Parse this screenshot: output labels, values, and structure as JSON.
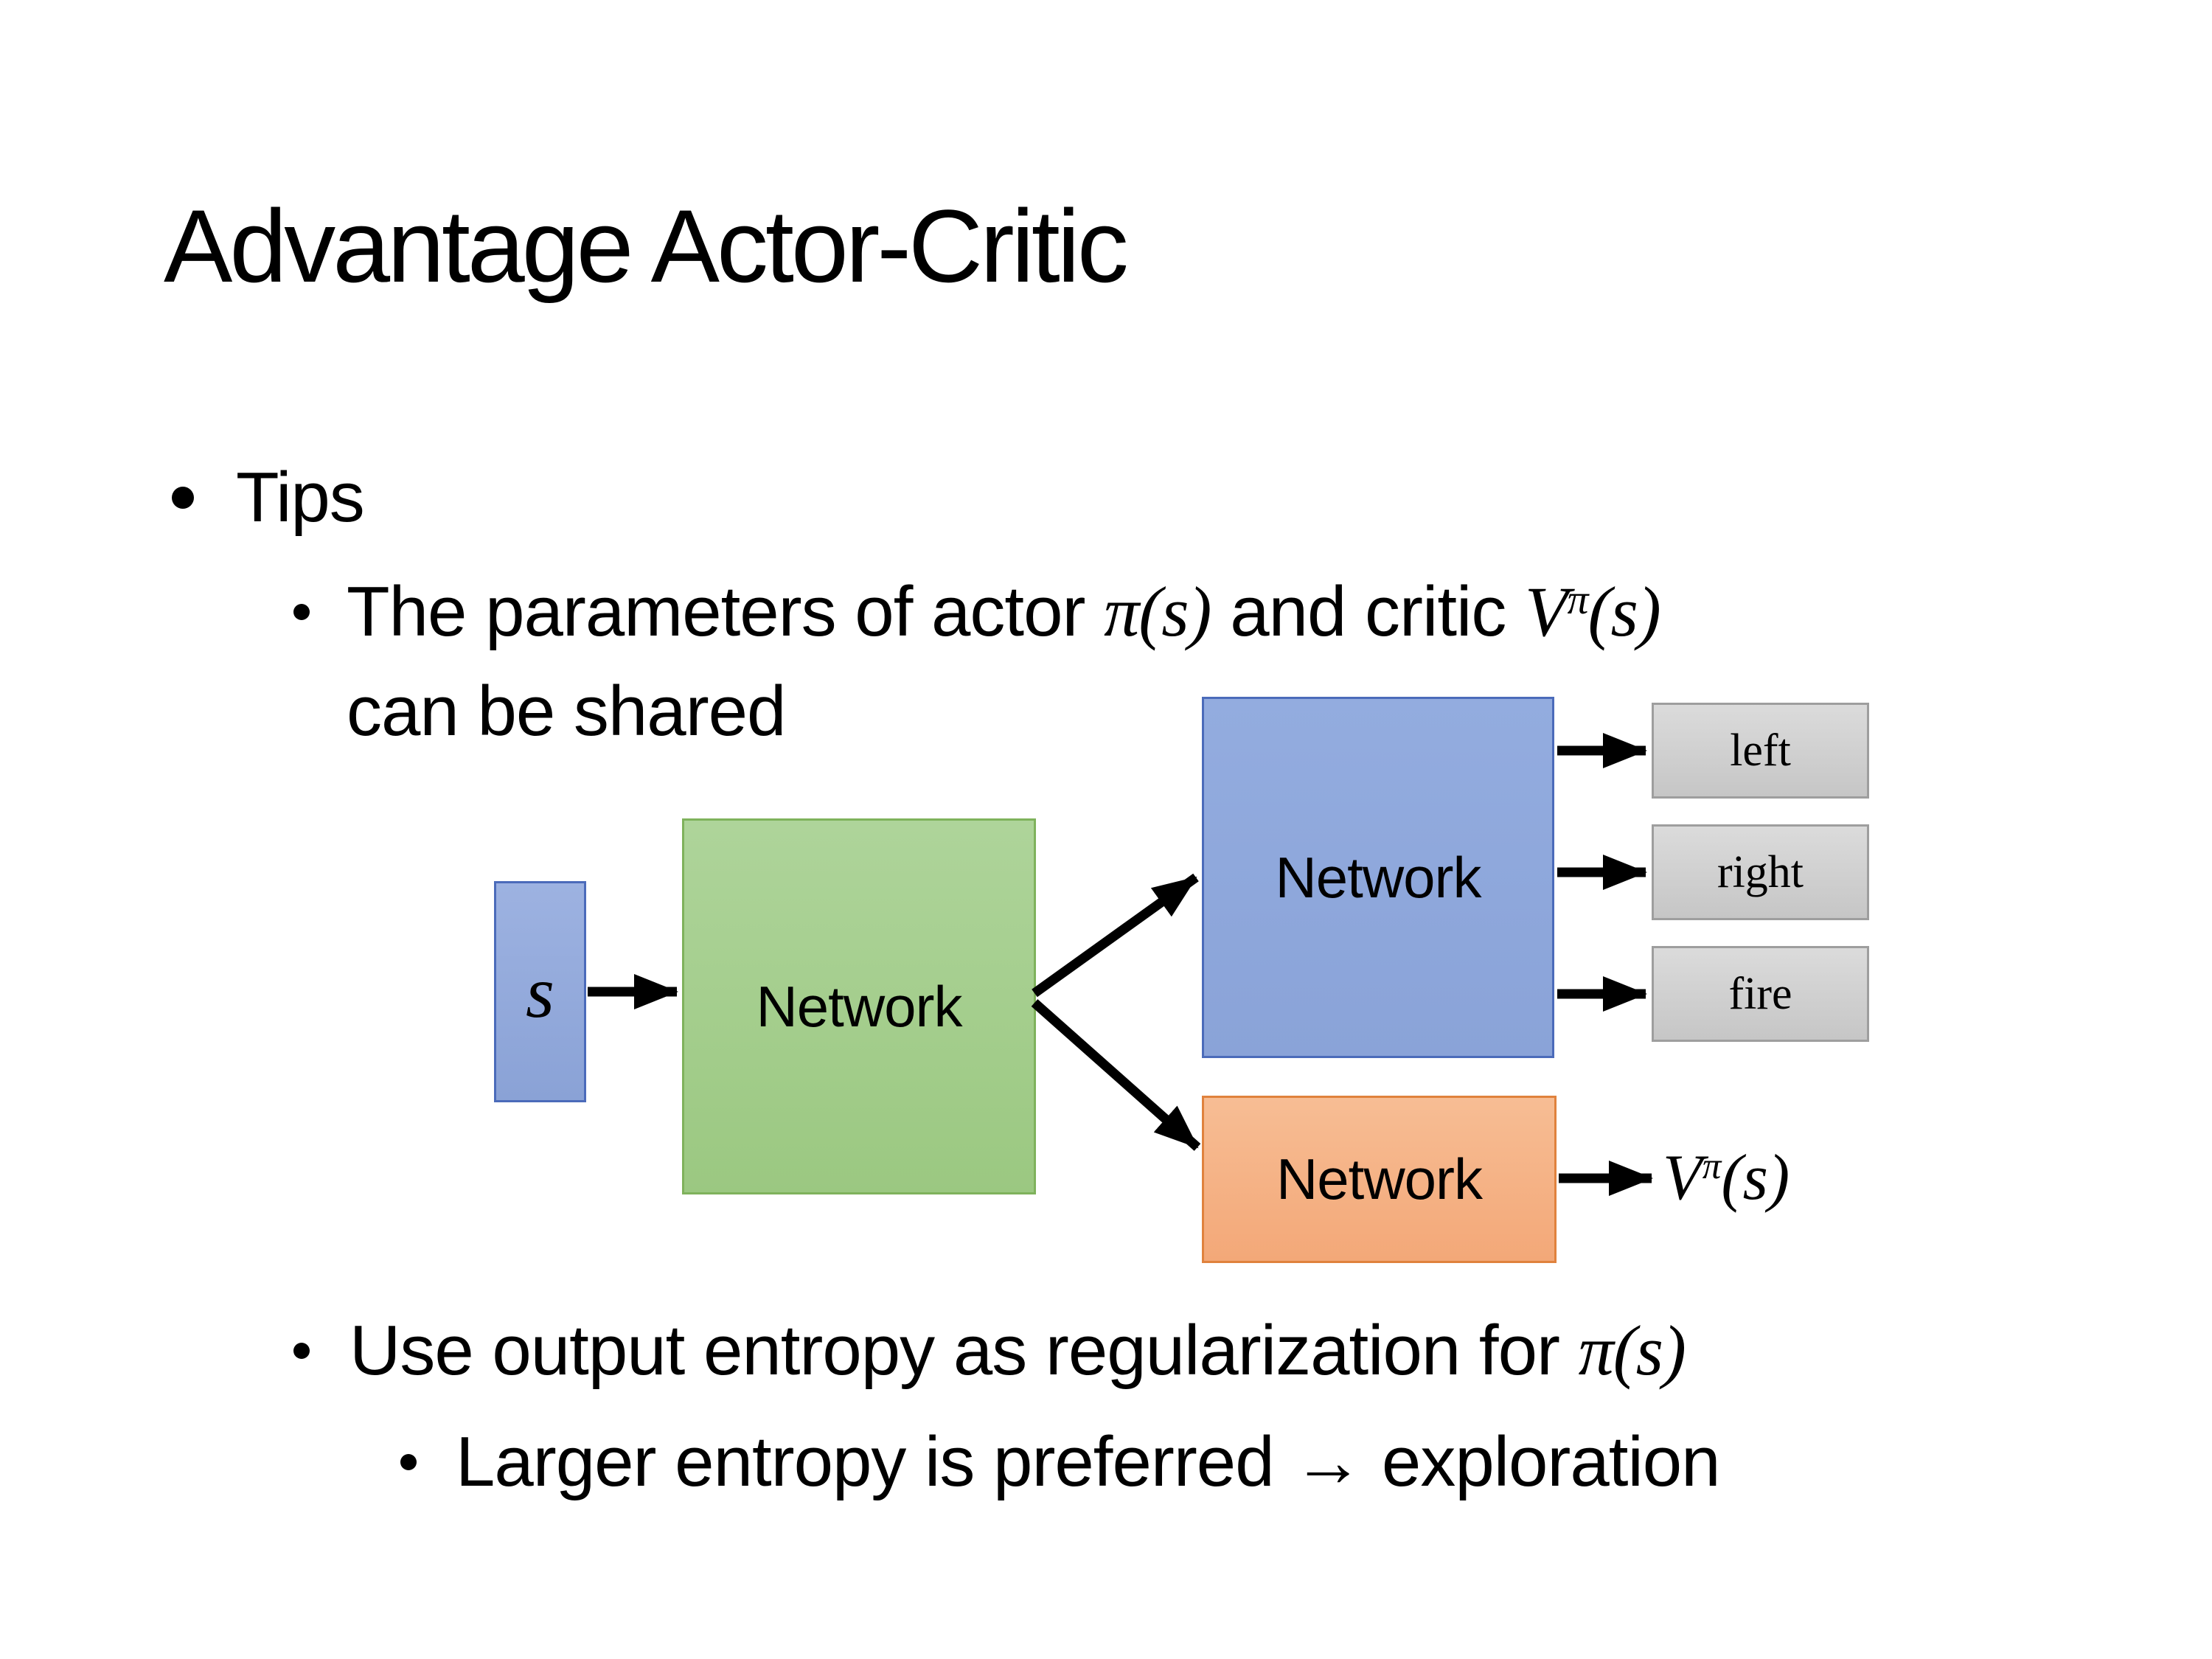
{
  "slide": {
    "title": "Advantage Actor-Critic",
    "bullets": {
      "tips": "Tips",
      "shared_line1": {
        "part1": "The parameters of actor ",
        "math1": "π(s)",
        "part2": "  and critic ",
        "value_base": "V",
        "value_sup": "π",
        "value_args": "(s)"
      },
      "shared_line2": "can be shared",
      "entropy_line": {
        "part1": "Use output entropy as regularization for ",
        "math": "π(s)"
      },
      "entropy_subline": "Larger entropy is preferred → exploration"
    }
  },
  "diagram": {
    "state_label": "s",
    "shared_network_label": "Network",
    "actor_network_label": "Network",
    "critic_network_label": "Network",
    "actions": [
      "left",
      "right",
      "fire"
    ],
    "value_output": {
      "base": "V",
      "sup": "π",
      "args": "(s)"
    },
    "colors": {
      "state_box_fill": "#8fa8dc",
      "shared_network_fill": "#a5cf8d",
      "actor_network_fill": "#8fa8dc",
      "critic_network_fill": "#f5b183",
      "action_box_fill": "#d2d2d2",
      "arrow": "#000000",
      "background": "#ffffff"
    }
  }
}
